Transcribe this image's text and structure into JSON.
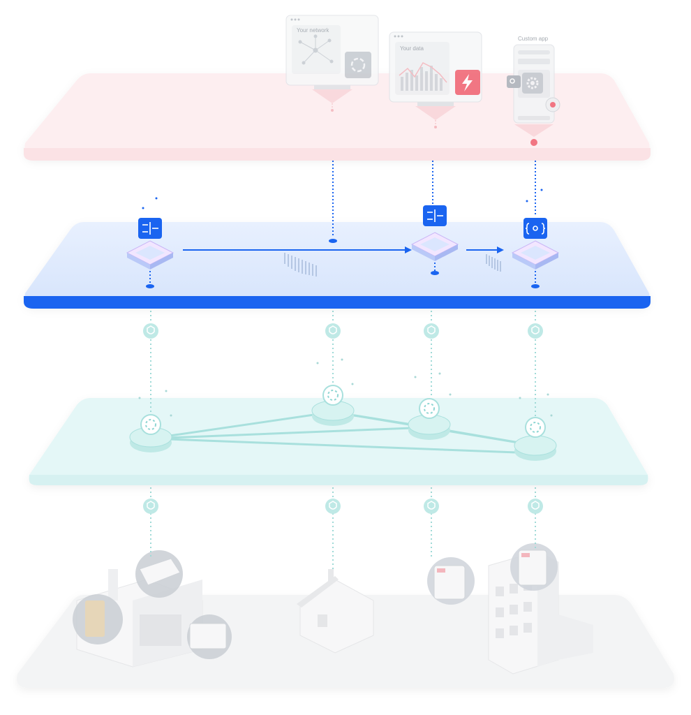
{
  "palette": {
    "app_layer": "#fdeaec",
    "app_accent": "#f06a78",
    "integration_layer": "#dce8fd",
    "integration_accent": "#1a64f0",
    "network_layer": "#e3f7f7",
    "network_accent": "#8fd6d3",
    "device_layer": "#f2f3f4",
    "device_accent": "#c8ccd2"
  },
  "app_windows": [
    {
      "caption": "Your network",
      "badge_icon": "network-monitor-icon"
    },
    {
      "caption": "Your data",
      "badge_icon": "lightning-icon"
    },
    {
      "caption": "Custom app",
      "badge_icon": "gear-icon"
    }
  ],
  "integration_nodes": [
    {
      "icon": "data-flow-icon"
    },
    {
      "icon": "data-flow-icon"
    },
    {
      "icon": "code-braces-icon"
    }
  ],
  "network_nodes": [
    {
      "icon": "ring-node-icon"
    },
    {
      "icon": "ring-node-icon"
    },
    {
      "icon": "ring-node-icon"
    },
    {
      "icon": "ring-node-icon"
    }
  ],
  "devices": [
    {
      "kind": "factory"
    },
    {
      "kind": "house"
    },
    {
      "kind": "gateway-device"
    },
    {
      "kind": "office-building"
    }
  ],
  "security_badges": {
    "icon": "shield-check-icon",
    "count": 8
  }
}
